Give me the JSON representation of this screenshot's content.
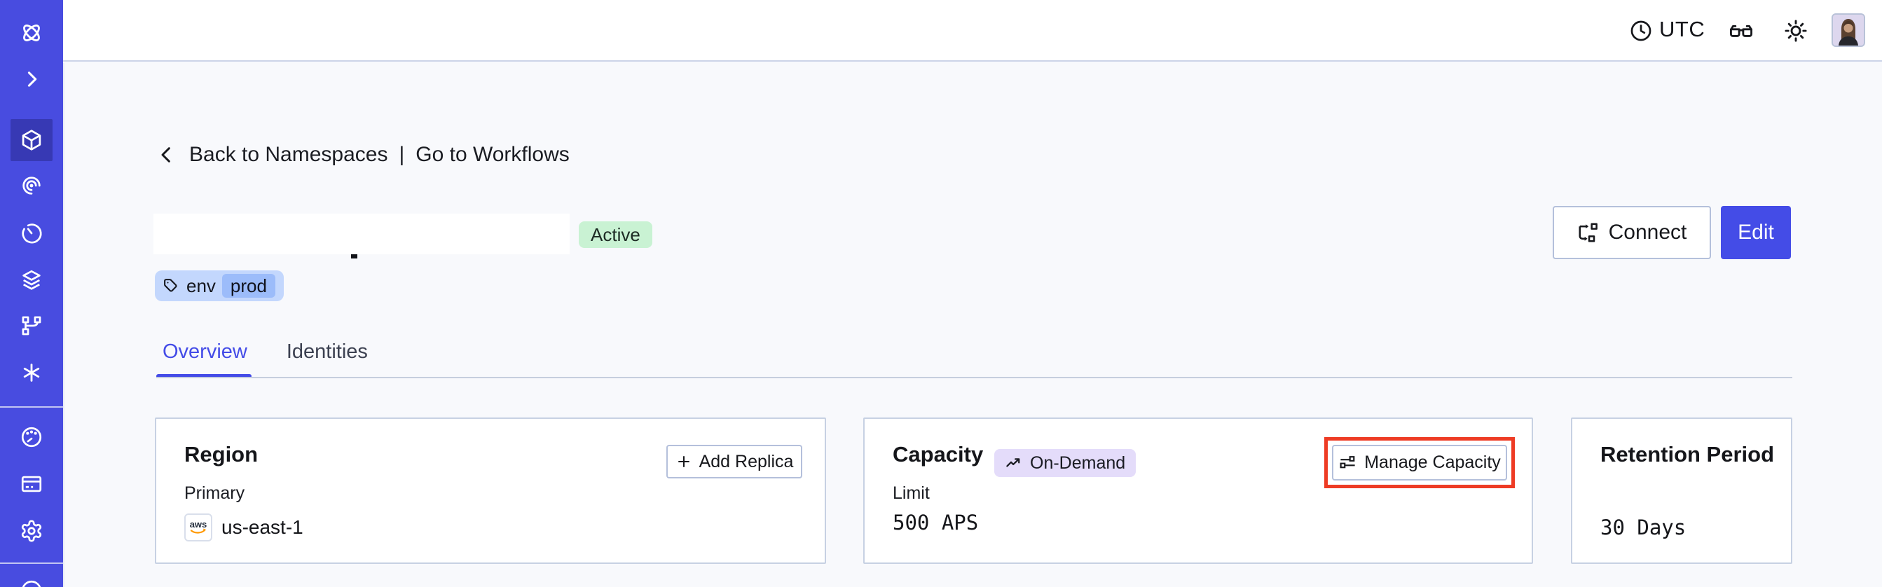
{
  "topbar": {
    "timezone": "UTC",
    "icons": [
      "clock-icon",
      "glasses-icon",
      "sun-icon",
      "avatar"
    ]
  },
  "sidebar": {
    "icons": [
      "temporal-logo",
      "expand-sidebar",
      "namespaces",
      "workflows",
      "schedules",
      "deployments",
      "nexus",
      "batch-operations",
      "usage",
      "billing",
      "settings",
      "account"
    ]
  },
  "breadcrumb": {
    "back": "Back to Namespaces",
    "separator": "|",
    "go": "Go to Workflows"
  },
  "namespace": {
    "status": "Active",
    "tag_key": "env",
    "tag_value": "prod"
  },
  "actions": {
    "connect": "Connect",
    "edit": "Edit"
  },
  "tabs": {
    "overview": "Overview",
    "identities": "Identities"
  },
  "cards": {
    "region": {
      "title": "Region",
      "add_replica": "Add Replica",
      "label": "Primary",
      "provider": "aws",
      "value": "us-east-1"
    },
    "capacity": {
      "title": "Capacity",
      "badge": "On-Demand",
      "manage": "Manage Capacity",
      "label": "Limit",
      "value": "500 APS"
    },
    "retention": {
      "title": "Retention Period",
      "value": "30 Days"
    }
  },
  "colors": {
    "accent": "#444ce7",
    "sidebar_bg": "#484ce0",
    "highlight_box": "#ee3b24",
    "status_active_bg": "#c9f2d3",
    "tag_bg": "#c3d7fd",
    "tag_chip_bg": "#9cbcfa",
    "ondemand_bg": "#e4dcfa",
    "aws_orange": "#ff9900",
    "page_bg": "#f8f9fc"
  }
}
